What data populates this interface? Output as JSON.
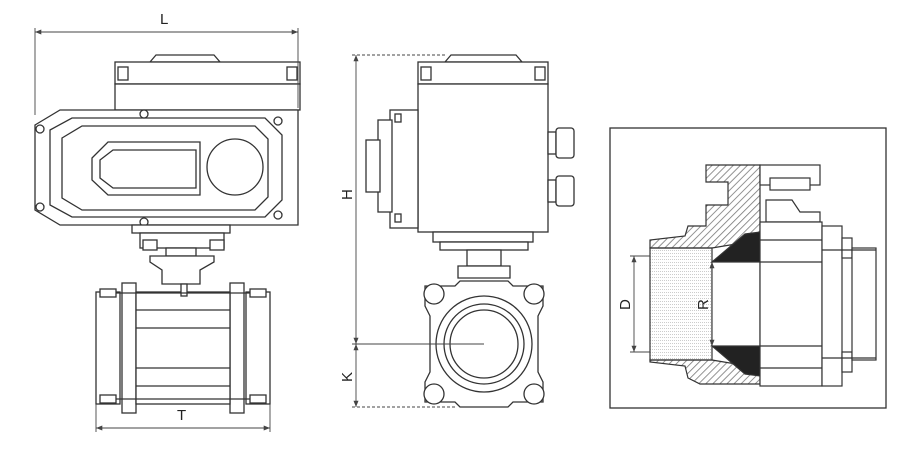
{
  "dimensions": {
    "length": "L",
    "height": "H",
    "offset": "K",
    "body_length": "T",
    "port_diameter": "D",
    "bore": "R"
  },
  "colors": {
    "line": "#333333",
    "fill": "#ffffff",
    "section": "#555555",
    "hatch": "#999999",
    "dim": "#444444"
  }
}
